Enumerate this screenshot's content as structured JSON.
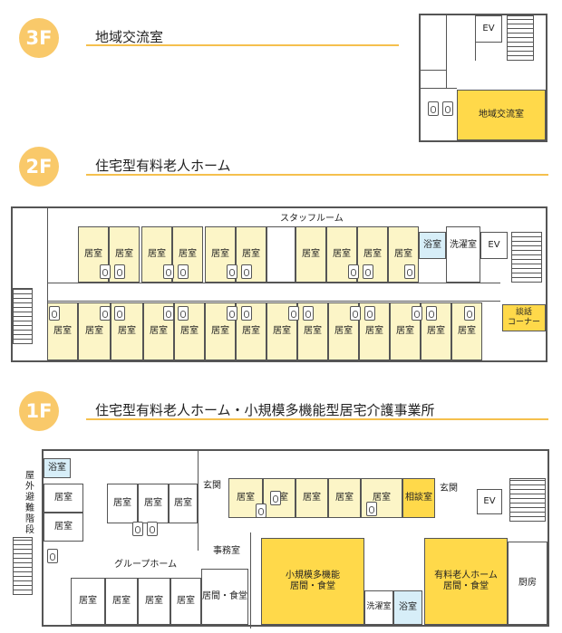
{
  "floors": {
    "f3": {
      "badge": "3F",
      "title": "地域交流室"
    },
    "f2": {
      "badge": "2F",
      "title": "住宅型有料老人ホーム"
    },
    "f1": {
      "badge": "1F",
      "title": "住宅型有料老人ホーム・小規模多機能型居宅介護事業所"
    }
  },
  "labels": {
    "ev": "EV",
    "community_room": "地域交流室",
    "room": "居室",
    "bath": "浴室",
    "laundry": "洗濯室",
    "staff_room": "スタッフルーム",
    "talk_corner": "談話\nコーナー",
    "entrance": "玄関",
    "consult": "相談室",
    "office": "事務室",
    "group_home": "グループホーム",
    "living_dining": "居間・食堂",
    "small_multi": "小規模多機能\n居間・食堂",
    "nursing_home": "有料老人ホーム\n居間・食堂",
    "kitchen": "厨房",
    "evac_stairs": "屋外避難階段"
  },
  "colors": {
    "badge": "#f9c96a",
    "rule": "#f5c04d",
    "room_fill": "#fcf5c7",
    "common_fill": "#ffd94a",
    "bath_fill": "#d7eef8"
  }
}
